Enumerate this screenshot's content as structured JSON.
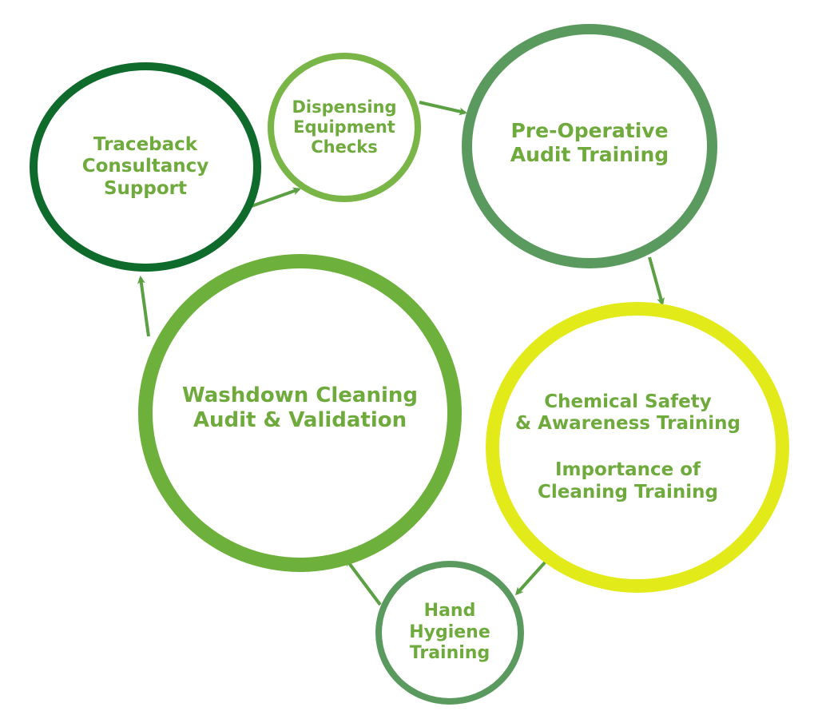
{
  "colors": {
    "text": "#6faa3c",
    "dark_green": "#0f6b2c",
    "mid_green": "#5a9a5e",
    "light_green": "#7ab547",
    "bright_green": "#6db13c",
    "lime": "#e3ea1a",
    "arrow": "#5ba042"
  },
  "nodes": {
    "traceback": {
      "lines": [
        "Traceback",
        "Consultancy",
        "Support"
      ],
      "ring_color": "#0f6b2c"
    },
    "dispensing": {
      "lines": [
        "Dispensing",
        "Equipment",
        "Checks"
      ],
      "ring_color": "#7ab547"
    },
    "preoperative": {
      "lines": [
        "Pre-Operative",
        "Audit Training"
      ],
      "ring_color": "#5a9a5e"
    },
    "chemical": {
      "lines": [
        "Chemical Safety",
        "& Awareness Training"
      ],
      "lines_2": [
        "Importance of",
        "Cleaning Training"
      ],
      "ring_color": "#e3ea1a"
    },
    "hand_hygiene": {
      "lines": [
        "Hand",
        "Hygiene",
        "Training"
      ],
      "ring_color": "#5a9a5e"
    },
    "washdown": {
      "lines": [
        "Washdown Cleaning",
        "Audit & Validation"
      ],
      "ring_color": "#6db13c"
    }
  }
}
